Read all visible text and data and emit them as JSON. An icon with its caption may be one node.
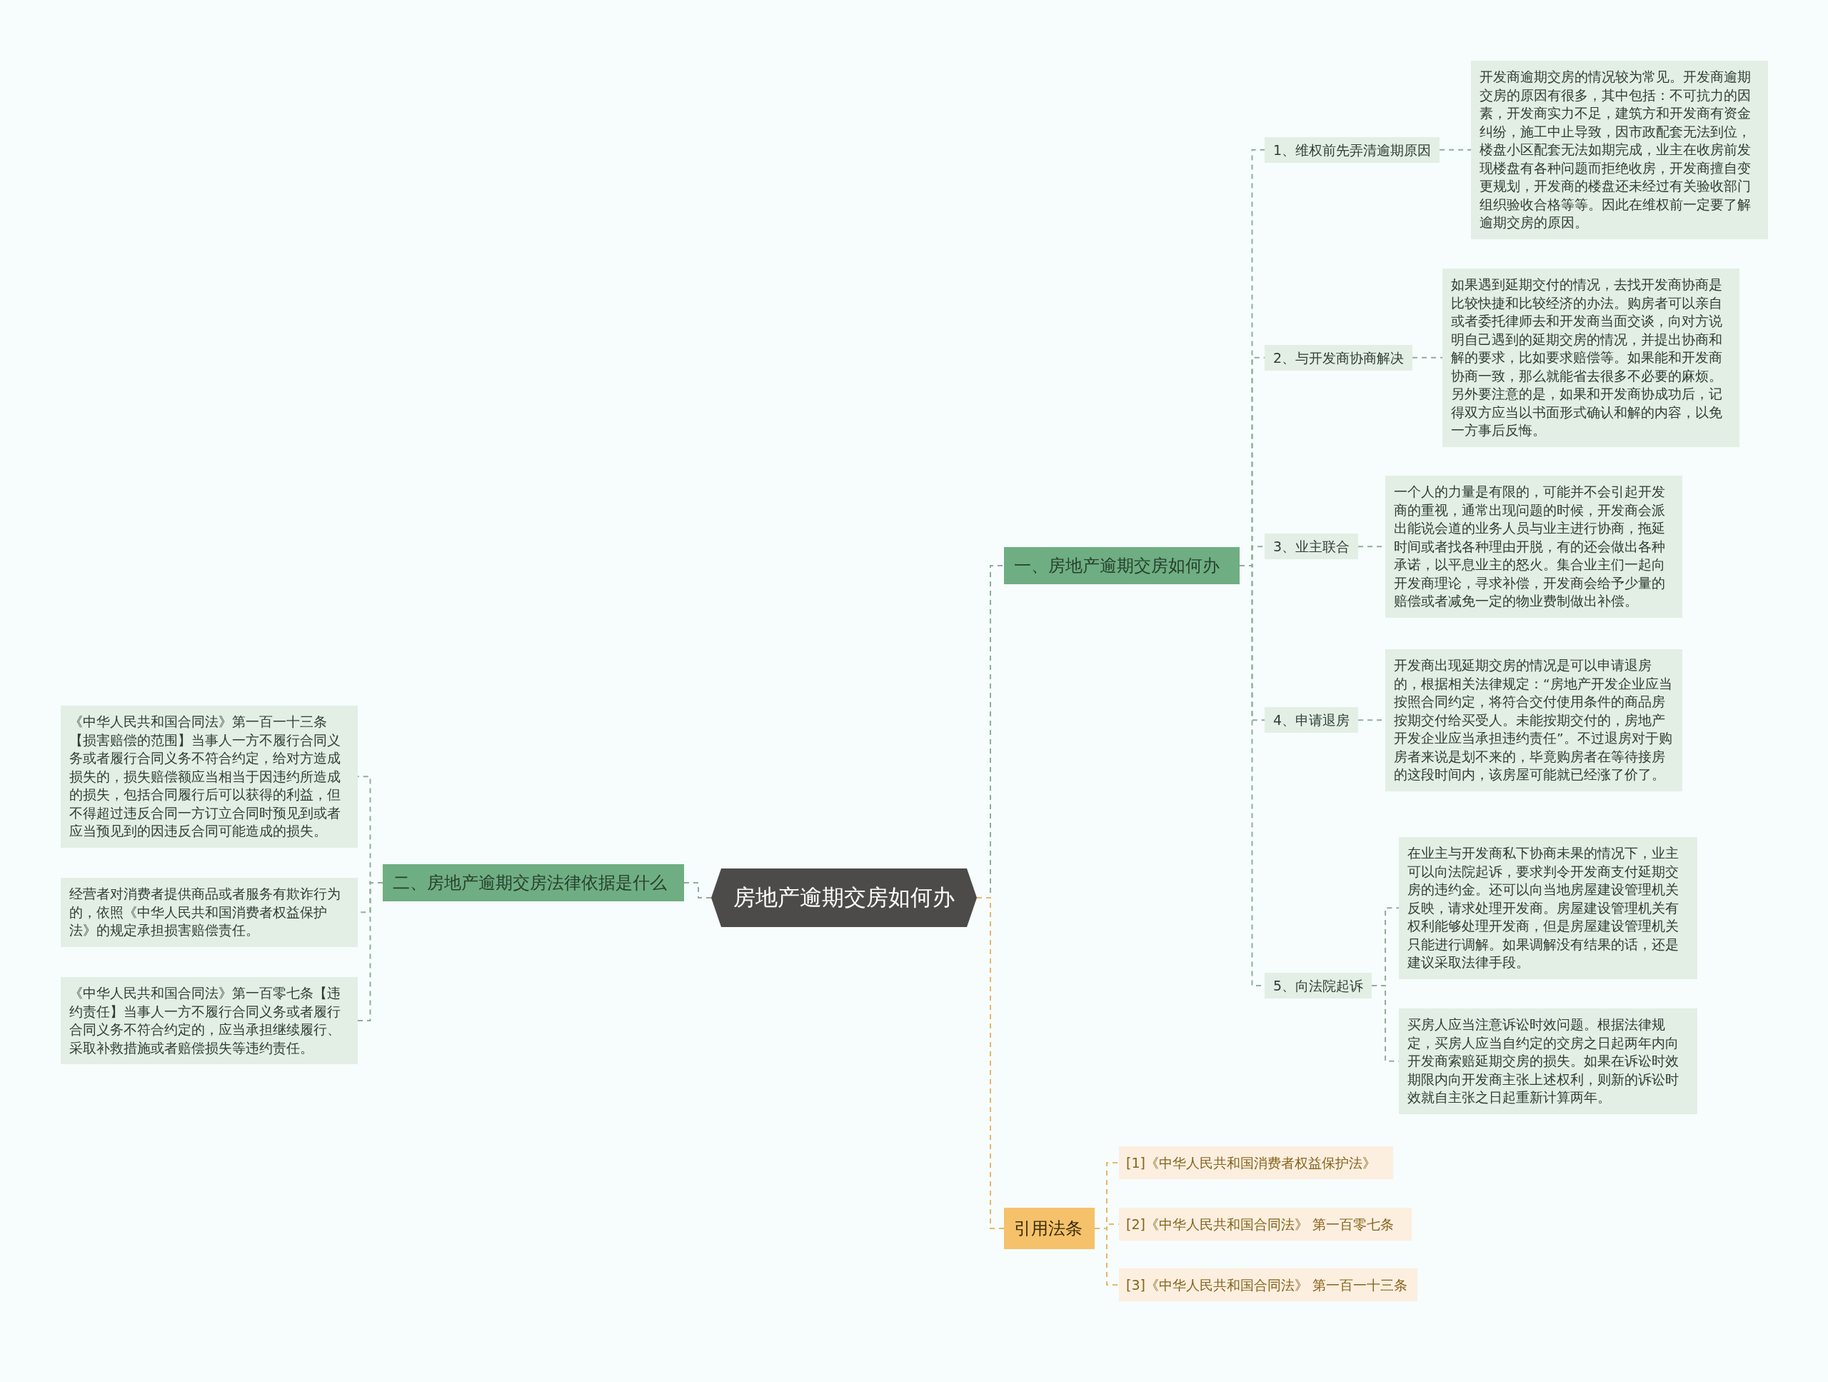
{
  "diagram": {
    "nodes": [
      {
        "text": [
          "房地产逾期交房如何办"
        ]
      },
      {
        "text": [
          "一、房地产逾期交房如何办"
        ]
      },
      {
        "text": [
          "1、维权前先弄清逾期原因"
        ]
      },
      {
        "text": [
          "开发商逾期交房的情况较为常见。开发商逾期交房的原因有很多，其中包括：不可抗力的因素，开发商实力不足，建筑方和开发商有资金纠纷，施工中止导致，因市政配套无法到位，楼盘小区配套无法如期完成，业主在收房前发现楼盘有各种问题而拒绝收房，开发商擅自变更规划，开发商的楼盘还未经过有关验收部门组织验收合格等等。因此在维权前一定要了解逾期交房的原因。"
        ]
      },
      {
        "text": [
          "2、与开发商协商解决"
        ]
      },
      {
        "text": [
          "如果遇到延期交付的情况，去找开发商协商是比较快捷和比较经济的办法。购房者可以亲自或者委托律师去和开发商当面交谈，向对方说明自己遇到的延期交房的情况，并提出协商和解的要求，比如要求赔偿等。如果能和开发商协商一致，那么就能省去很多不必要的麻烦。另外要注意的是，如果和开发商协成功后，记得双方应当以书面形式确认和解的内容，以免一方事后反悔。"
        ]
      },
      {
        "text": [
          "3、业主联合"
        ]
      },
      {
        "text": [
          "一个人的力量是有限的，可能并不会引起开发商的重视，通常出现问题的时候，开发商会派出能说会道的业务人员与业主进行协商，拖延时间或者找各种理由开脱，有的还会做出各种承诺，以平息业主的怒火。集合业主们一起向开发商理论，寻求补偿，开发商会给予少量的赔偿或者减免一定的物业费制做出补偿。"
        ]
      },
      {
        "text": [
          "4、申请退房"
        ]
      },
      {
        "text": [
          "开发商出现延期交房的情况是可以申请退房的，根据相关法律规定：“房地产开发企业应当按照合同约定，将符合交付使用条件的商品房按期交付给买受人。未能按期交付的，房地产开发企业应当承担违约责任”。不过退房对于购房者来说是划不来的，毕竟购房者在等待接房的这段时间内，该房屋可能就已经涨了价了。"
        ]
      },
      {
        "text": [
          "5、向法院起诉"
        ]
      },
      {
        "text": [
          "在业主与开发商私下协商未果的情况下，业主可以向法院起诉，要求判令开发商支付延期交房的违约金。还可以向当地房屋建设管理机关反映，请求处理开发商。房屋建设管理机关有权利能够处理开发商，但是房屋建设管理机关只能进行调解。如果调解没有结果的话，还是建议采取法律手段。"
        ]
      },
      {
        "text": [
          "买房人应当注意诉讼时效问题。根据法律规定，买房人应当自约定的交房之日起两年内向开发商索赔延期交房的损失。如果在诉讼时效期限内向开发商主张上述权利，则新的诉讼时效就自主张之日起重新计算两年。"
        ]
      },
      {
        "text": [
          "二、房地产逾期交房法律依据是什么"
        ]
      },
      {
        "text": [
          "《中华人民共和国合同法》第一百一十三条【损害赔偿的范围】当事人一方不履行合同义务或者履行合同义务不符合约定，给对方造成损失的，损失赔偿额应当相当于因违约所造成的损失，包括合同履行后可以获得的利益，但不得超过违反合同一方订立合同时预见到或者应当预见到的因违反合同可能造成的损失。"
        ]
      },
      {
        "text": [
          "经营者对消费者提供商品或者服务有欺诈行为的，依照《中华人民共和国消费者权益保护法》的规定承担损害赔偿责任。"
        ]
      },
      {
        "text": [
          "《中华人民共和国合同法》第一百零七条【违约责任】当事人一方不履行合同义务或者履行合同义务不符合约定的，应当承担继续履行、采取补救措施或者赔偿损失等违约责任。"
        ]
      },
      {
        "text": [
          "引用法条"
        ]
      },
      {
        "text": [
          "[1]《中华人民共和国消费者权益保护法》"
        ]
      },
      {
        "text": [
          "[2]《中华人民共和国合同法》 第一百零七条"
        ]
      },
      {
        "text": [
          "[3]《中华人民共和国合同法》 第一百一十三条"
        ]
      }
    ],
    "edges": [
      {
        "from": 0,
        "to": 1,
        "arrow": "none",
        "style": "dashed"
      },
      {
        "from": 1,
        "to": 2,
        "arrow": "none",
        "style": "dashed"
      },
      {
        "from": 2,
        "to": 3,
        "arrow": "none",
        "style": "dashed"
      },
      {
        "from": 1,
        "to": 4,
        "arrow": "none",
        "style": "dashed"
      },
      {
        "from": 4,
        "to": 5,
        "arrow": "none",
        "style": "dashed"
      },
      {
        "from": 1,
        "to": 6,
        "arrow": "none",
        "style": "dashed"
      },
      {
        "from": 6,
        "to": 7,
        "arrow": "none",
        "style": "dashed"
      },
      {
        "from": 1,
        "to": 8,
        "arrow": "none",
        "style": "dashed"
      },
      {
        "from": 8,
        "to": 9,
        "arrow": "none",
        "style": "dashed"
      },
      {
        "from": 1,
        "to": 10,
        "arrow": "none",
        "style": "dashed"
      },
      {
        "from": 10,
        "to": 11,
        "arrow": "none",
        "style": "dashed"
      },
      {
        "from": 10,
        "to": 12,
        "arrow": "none",
        "style": "dashed"
      },
      {
        "from": 0,
        "to": 13,
        "arrow": "none",
        "style": "dashed"
      },
      {
        "from": 13,
        "to": 14,
        "arrow": "none",
        "style": "dashed"
      },
      {
        "from": 13,
        "to": 15,
        "arrow": "none",
        "style": "dashed"
      },
      {
        "from": 13,
        "to": 16,
        "arrow": "none",
        "style": "dashed"
      },
      {
        "from": 0,
        "to": 17,
        "arrow": "none",
        "style": "dashed",
        "color": "#e5b76c"
      },
      {
        "from": 17,
        "to": 18,
        "arrow": "none",
        "style": "dashed",
        "color": "#e5b76c"
      },
      {
        "from": 17,
        "to": 19,
        "arrow": "none",
        "style": "dashed",
        "color": "#e5b76c"
      },
      {
        "from": 17,
        "to": 20,
        "arrow": "none",
        "style": "dashed",
        "color": "#e5b76c"
      }
    ]
  }
}
